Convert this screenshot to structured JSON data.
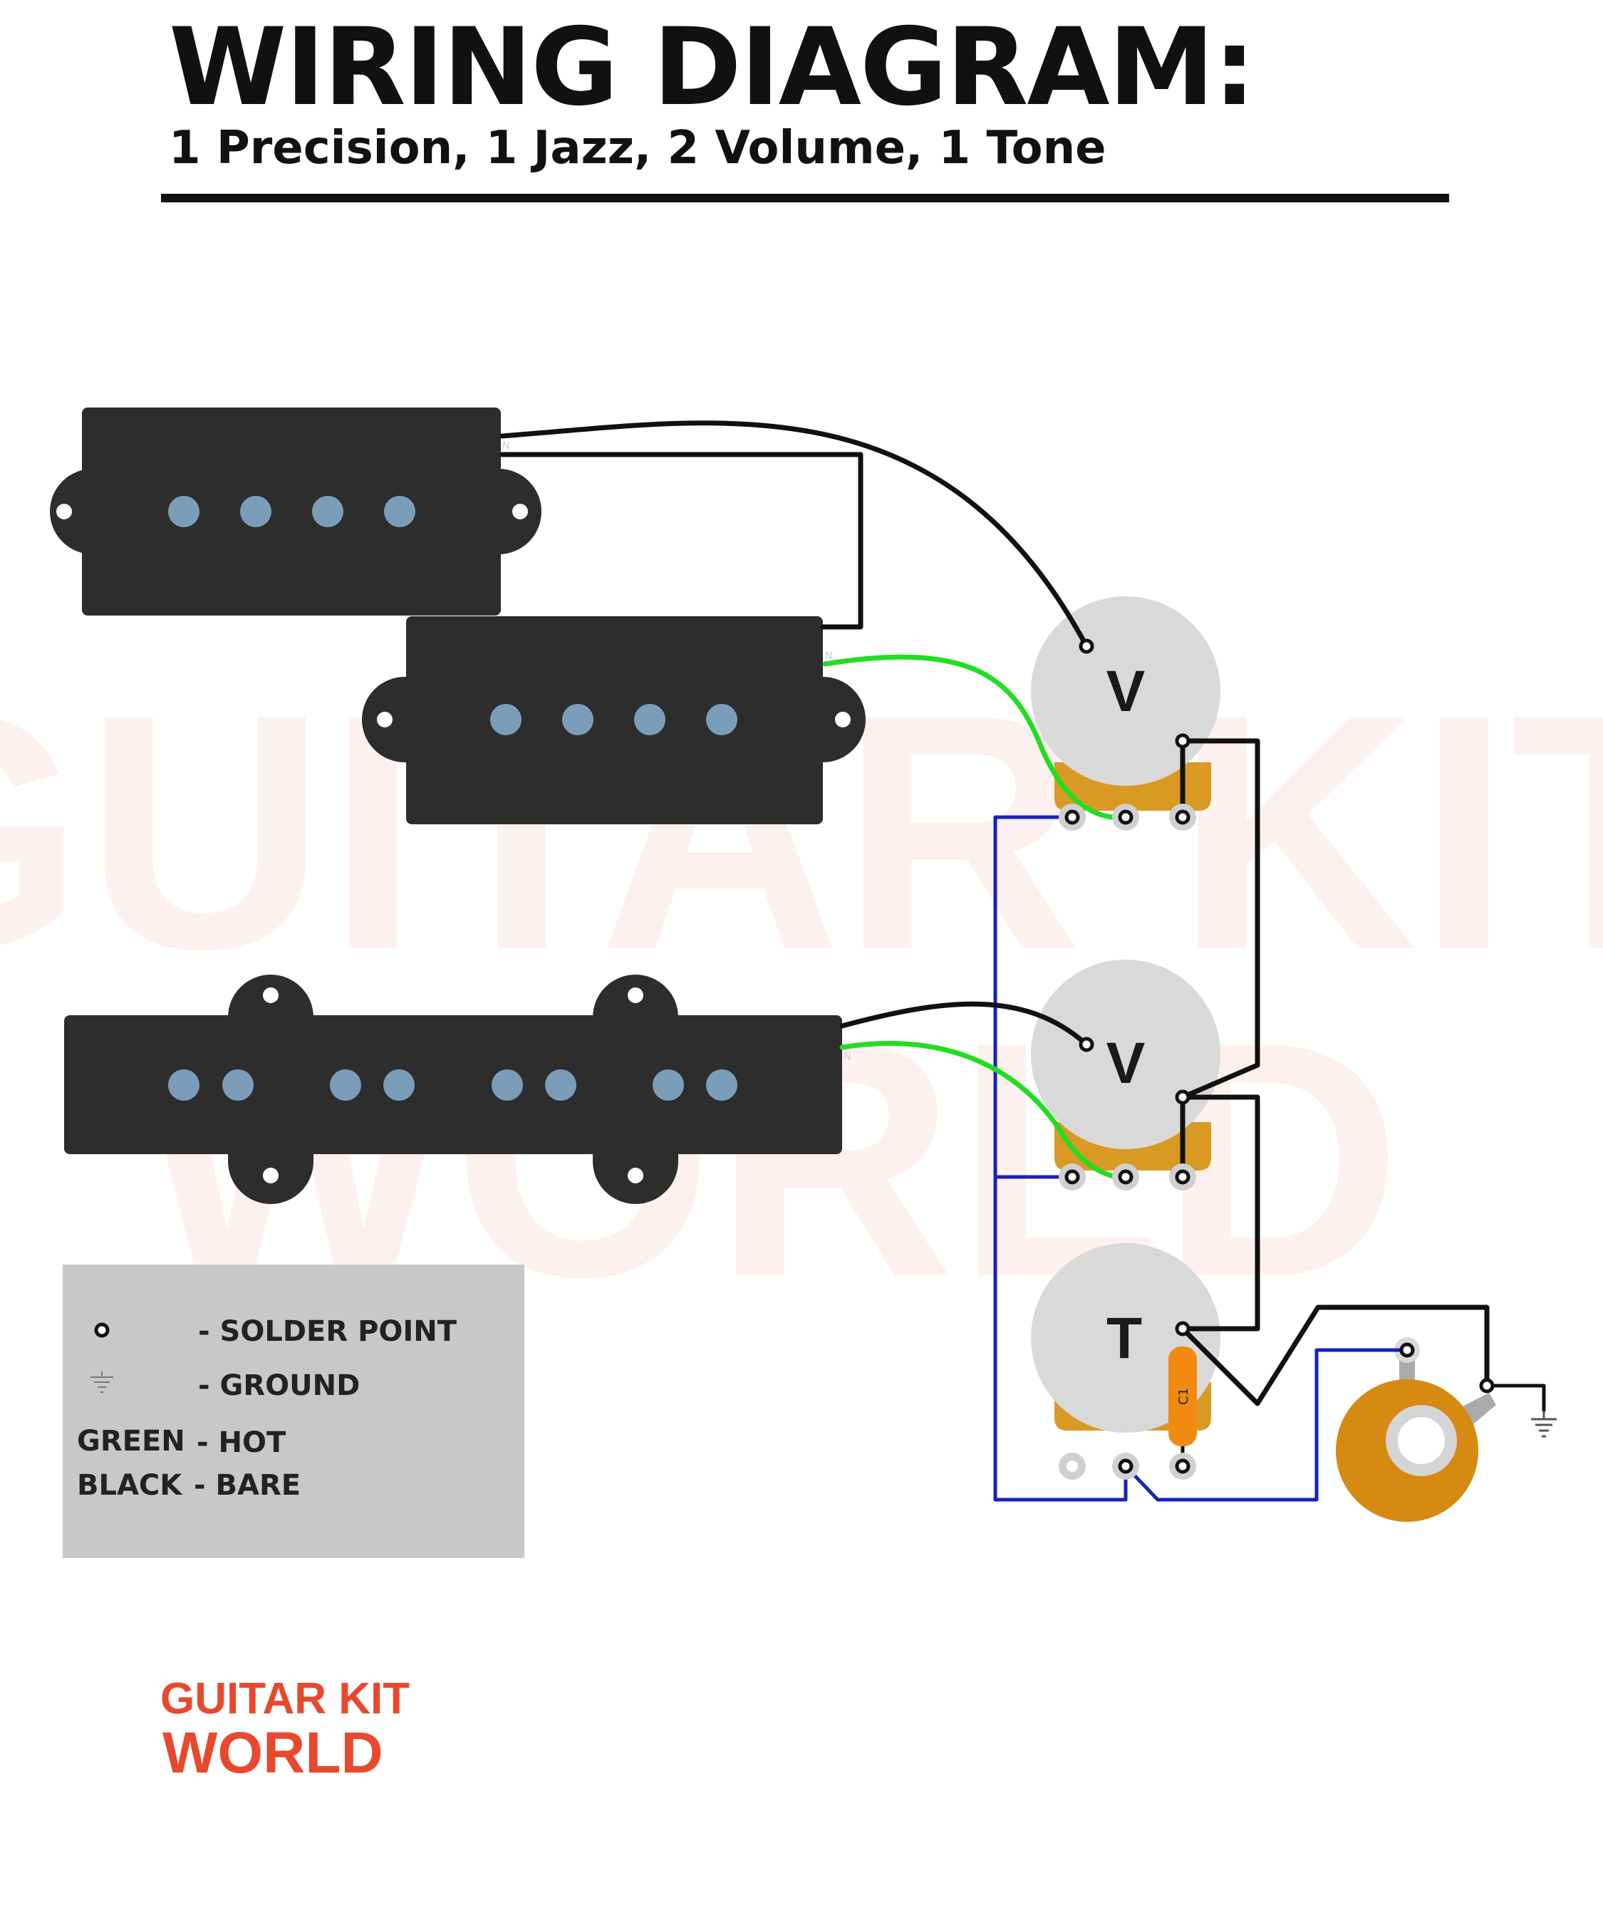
{
  "header": {
    "title": "WIRING DIAGRAM:",
    "subtitle": "1 Precision, 1 Jazz, 2 Volume, 1 Tone"
  },
  "components": {
    "volume_pot_1": {
      "label": "V"
    },
    "volume_pot_2": {
      "label": "V"
    },
    "tone_pot": {
      "label": "T"
    },
    "capacitor": {
      "label": "C1"
    },
    "pickup_terminal_label": "N"
  },
  "legend": {
    "items": [
      {
        "symbol": "solder-point",
        "text": "- SOLDER POINT"
      },
      {
        "symbol": "ground",
        "text": "- GROUND"
      },
      {
        "key": "GREEN",
        "text": "- HOT"
      },
      {
        "key": "BLACK",
        "text": "- BARE"
      }
    ]
  },
  "brand": {
    "logo_line1": "GUITAR KIT",
    "logo_line2": "WORLD",
    "watermark_line1": "GUITAR KIT",
    "watermark_line2": "WORLD"
  },
  "colors": {
    "hot_wire": "#22dd22",
    "bare_wire": "#111111",
    "ground_wire": "#1523b8",
    "pickup": "#2d2d2d",
    "pole_piece": "#7b9db9",
    "pot_body": "#d9d9d9",
    "pot_base": "#d99a24",
    "capacitor": "#f08a10",
    "jack": "#d68a12",
    "brand": "#e8482d"
  }
}
